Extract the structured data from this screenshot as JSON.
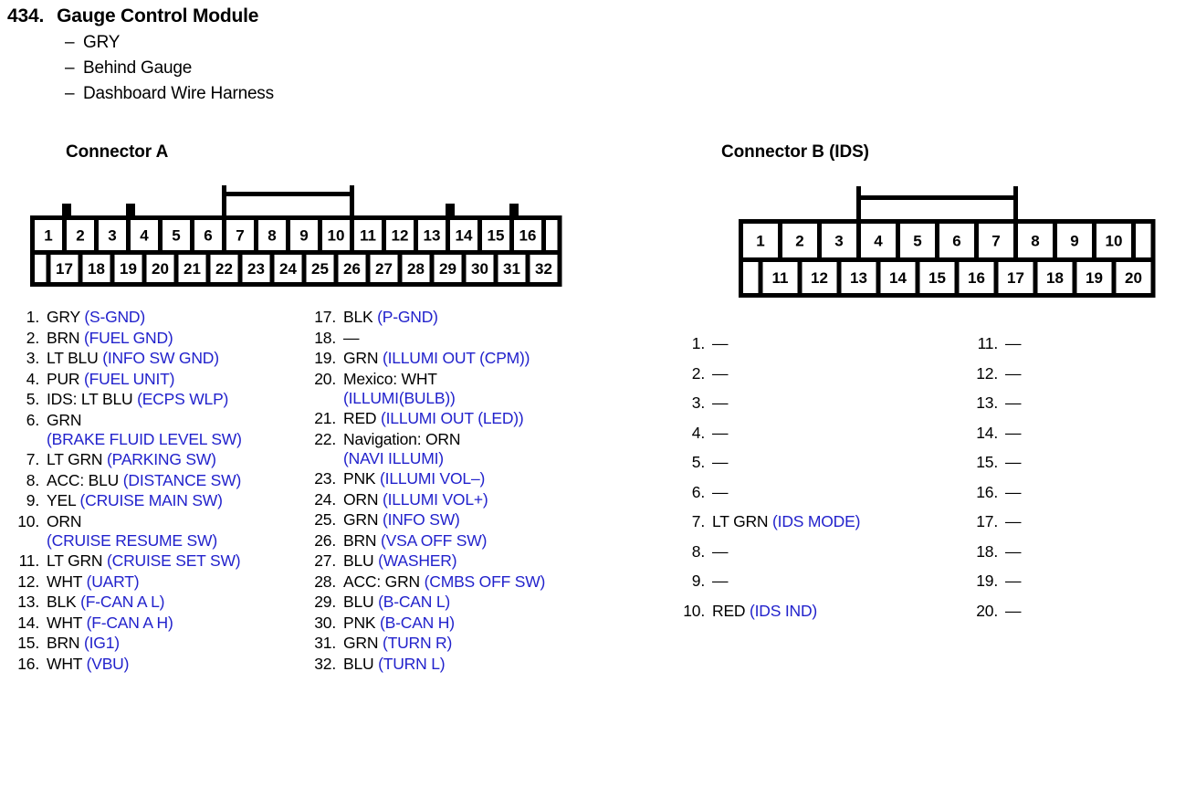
{
  "header": {
    "number": "434.",
    "title": "Gauge Control Module",
    "specs": [
      {
        "dash": "–",
        "text": "GRY"
      },
      {
        "dash": "–",
        "text": "Behind Gauge"
      },
      {
        "dash": "–",
        "text": "Dashboard Wire Harness"
      }
    ]
  },
  "connector_a": {
    "heading": "Connector A",
    "diagram": {
      "top_row_pins": [
        "1",
        "2",
        "3",
        "4",
        "5",
        "6",
        "7",
        "8",
        "9",
        "10",
        "11",
        "12",
        "13",
        "14",
        "15",
        "16"
      ],
      "bottom_row_pins": [
        "17",
        "18",
        "19",
        "20",
        "21",
        "22",
        "23",
        "24",
        "25",
        "26",
        "27",
        "28",
        "29",
        "30",
        "31",
        "32"
      ],
      "latch_start_pin": 7,
      "latch_end_pin": 10
    },
    "pins_left": [
      {
        "num": "1.",
        "wire": "GRY",
        "signal": "(S-GND)"
      },
      {
        "num": "2.",
        "wire": "BRN",
        "signal": "(FUEL GND)"
      },
      {
        "num": "3.",
        "wire": "LT BLU",
        "signal": "(INFO SW GND)"
      },
      {
        "num": "4.",
        "wire": "PUR",
        "signal": "(FUEL UNIT)"
      },
      {
        "num": "5.",
        "wire": "IDS: LT BLU",
        "signal": "(ECPS WLP)"
      },
      {
        "num": "6.",
        "wire": "GRN",
        "signal": "(BRAKE FLUID LEVEL SW)",
        "wrap": true
      },
      {
        "num": "7.",
        "wire": "LT GRN",
        "signal": "(PARKING SW)"
      },
      {
        "num": "8.",
        "wire": "ACC: BLU",
        "signal": "(DISTANCE SW)"
      },
      {
        "num": "9.",
        "wire": "YEL",
        "signal": "(CRUISE MAIN SW)"
      },
      {
        "num": "10.",
        "wire": "ORN",
        "signal": "(CRUISE RESUME SW)",
        "wrap": true
      },
      {
        "num": "11.",
        "wire": "LT GRN",
        "signal": "(CRUISE SET SW)"
      },
      {
        "num": "12.",
        "wire": "WHT",
        "signal": "(UART)"
      },
      {
        "num": "13.",
        "wire": "BLK",
        "signal": "(F-CAN A L)"
      },
      {
        "num": "14.",
        "wire": "WHT",
        "signal": "(F-CAN A H)"
      },
      {
        "num": "15.",
        "wire": "BRN",
        "signal": "(IG1)"
      },
      {
        "num": "16.",
        "wire": "WHT",
        "signal": "(VBU)"
      }
    ],
    "pins_right": [
      {
        "num": "17.",
        "wire": "BLK",
        "signal": "(P-GND)"
      },
      {
        "num": "18.",
        "wire": "—",
        "signal": ""
      },
      {
        "num": "19.",
        "wire": "GRN",
        "signal": "(ILLUMI OUT (CPM))"
      },
      {
        "num": "20.",
        "wire": "Mexico: WHT",
        "signal": "(ILLUMI(BULB))",
        "wrap": true
      },
      {
        "num": "21.",
        "wire": "RED",
        "signal": "(ILLUMI OUT (LED))"
      },
      {
        "num": "22.",
        "wire": "Navigation: ORN",
        "signal": "(NAVI ILLUMI)",
        "wrap": true
      },
      {
        "num": "23.",
        "wire": "PNK",
        "signal": "(ILLUMI VOL–)"
      },
      {
        "num": "24.",
        "wire": "ORN",
        "signal": "(ILLUMI VOL+)"
      },
      {
        "num": "25.",
        "wire": "GRN",
        "signal": "(INFO SW)"
      },
      {
        "num": "26.",
        "wire": "BRN",
        "signal": "(VSA OFF SW)"
      },
      {
        "num": "27.",
        "wire": "BLU",
        "signal": "(WASHER)"
      },
      {
        "num": "28.",
        "wire": "ACC: GRN",
        "signal": "(CMBS OFF SW)"
      },
      {
        "num": "29.",
        "wire": "BLU",
        "signal": "(B-CAN L)"
      },
      {
        "num": "30.",
        "wire": "PNK",
        "signal": "(B-CAN H)"
      },
      {
        "num": "31.",
        "wire": "GRN",
        "signal": "(TURN R)"
      },
      {
        "num": "32.",
        "wire": "BLU",
        "signal": "(TURN L)"
      }
    ]
  },
  "connector_b": {
    "heading": "Connector B (IDS)",
    "diagram": {
      "top_row_pins": [
        "1",
        "2",
        "3",
        "4",
        "5",
        "6",
        "7",
        "8",
        "9",
        "10"
      ],
      "bottom_row_pins": [
        "11",
        "12",
        "13",
        "14",
        "15",
        "16",
        "17",
        "18",
        "19",
        "20"
      ],
      "latch_start_pin": 4,
      "latch_end_pin": 7
    },
    "pins_left": [
      {
        "num": "1.",
        "wire": "—",
        "signal": ""
      },
      {
        "num": "2.",
        "wire": "—",
        "signal": ""
      },
      {
        "num": "3.",
        "wire": "—",
        "signal": ""
      },
      {
        "num": "4.",
        "wire": "—",
        "signal": ""
      },
      {
        "num": "5.",
        "wire": "—",
        "signal": ""
      },
      {
        "num": "6.",
        "wire": "—",
        "signal": ""
      },
      {
        "num": "7.",
        "wire": "LT GRN",
        "signal": "(IDS MODE)"
      },
      {
        "num": "8.",
        "wire": "—",
        "signal": ""
      },
      {
        "num": "9.",
        "wire": "—",
        "signal": ""
      },
      {
        "num": "10.",
        "wire": "RED",
        "signal": "(IDS IND)"
      }
    ],
    "pins_right": [
      {
        "num": "11.",
        "wire": "—",
        "signal": ""
      },
      {
        "num": "12.",
        "wire": "—",
        "signal": ""
      },
      {
        "num": "13.",
        "wire": "—",
        "signal": ""
      },
      {
        "num": "14.",
        "wire": "—",
        "signal": ""
      },
      {
        "num": "15.",
        "wire": "—",
        "signal": ""
      },
      {
        "num": "16.",
        "wire": "—",
        "signal": ""
      },
      {
        "num": "17.",
        "wire": "—",
        "signal": ""
      },
      {
        "num": "18.",
        "wire": "—",
        "signal": ""
      },
      {
        "num": "19.",
        "wire": "—",
        "signal": ""
      },
      {
        "num": "20.",
        "wire": "—",
        "signal": ""
      }
    ]
  },
  "colors": {
    "signal_blue": "#2222cc",
    "text_black": "#000000",
    "background": "#ffffff"
  }
}
